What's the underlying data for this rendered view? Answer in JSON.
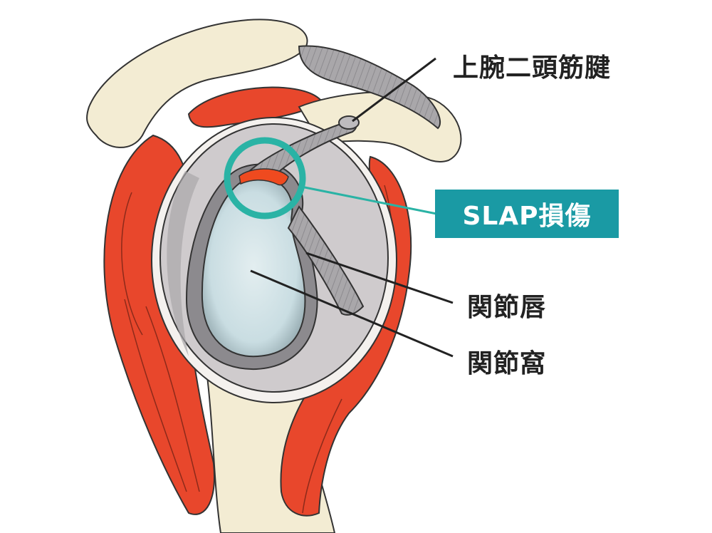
{
  "labels": {
    "biceps_tendon": "上腕二頭筋腱",
    "slap_lesion": "SLAP損傷",
    "labrum": "関節唇",
    "glenoid_fossa": "関節窩"
  },
  "colors": {
    "bone": "#f3ecd3",
    "muscle": "#e8472c",
    "capsule": "#cfcbcd",
    "fossa": "#cfe0e4",
    "lesion": "#ef4a1f",
    "highlight": "#2ab3a5",
    "label_box": "#1a9aa4"
  }
}
